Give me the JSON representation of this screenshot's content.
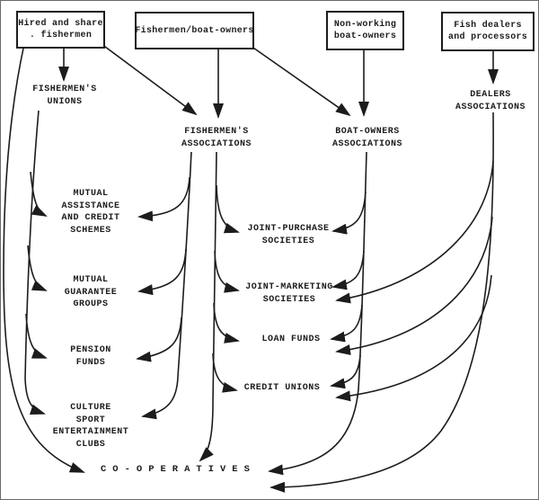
{
  "colors": {
    "ink": "#1c1c1c",
    "paper": "#ffffff"
  },
  "boxes": {
    "hired": {
      "lines": [
        "Hired and share",
        ". fishermen"
      ]
    },
    "owners": {
      "lines": [
        "Fishermen/boat-owners"
      ]
    },
    "nonworking": {
      "lines": [
        "Non-working",
        "boat-owners"
      ]
    },
    "dealers": {
      "lines": [
        "Fish dealers",
        "and processors"
      ]
    }
  },
  "nodes": {
    "unions": {
      "lines": [
        "FISHERMEN'S",
        "UNIONS"
      ]
    },
    "f_assoc": {
      "lines": [
        "FISHERMEN'S",
        "ASSOCIATIONS"
      ]
    },
    "bo_assoc": {
      "lines": [
        "BOAT-OWNERS",
        "ASSOCIATIONS"
      ]
    },
    "d_assoc": {
      "lines": [
        "DEALERS",
        "ASSOCIATIONS"
      ]
    },
    "mutual_assistance": {
      "lines": [
        "MUTUAL",
        "ASSISTANCE",
        "AND CREDIT",
        "SCHEMES"
      ]
    },
    "mutual_guarantee": {
      "lines": [
        "MUTUAL",
        "GUARANTEE",
        "GROUPS"
      ]
    },
    "pension": {
      "lines": [
        "PENSION",
        "FUNDS"
      ]
    },
    "culture": {
      "lines": [
        "CULTURE",
        "SPORT",
        "ENTERTAINMENT",
        "CLUBS"
      ]
    },
    "joint_purchase": {
      "lines": [
        "JOINT-PURCHASE",
        "SOCIETIES"
      ]
    },
    "joint_marketing": {
      "lines": [
        "JOINT-MARKETING",
        "SOCIETIES"
      ]
    },
    "loan": {
      "lines": [
        "LOAN FUNDS"
      ]
    },
    "credit": {
      "lines": [
        "CREDIT UNIONS"
      ]
    },
    "coop": {
      "lines": [
        "CO-OPERATIVES"
      ]
    }
  },
  "connections": [
    {
      "from": "Hired and share fishermen",
      "to": "FISHERMEN'S UNIONS"
    },
    {
      "from": "Hired and share fishermen",
      "to": "FISHERMEN'S ASSOCIATIONS"
    },
    {
      "from": "Hired and share fishermen",
      "to": "CO-OPERATIVES"
    },
    {
      "from": "Fishermen/boat-owners",
      "to": "FISHERMEN'S ASSOCIATIONS"
    },
    {
      "from": "Fishermen/boat-owners",
      "to": "BOAT-OWNERS ASSOCIATIONS"
    },
    {
      "from": "Non-working boat-owners",
      "to": "BOAT-OWNERS ASSOCIATIONS"
    },
    {
      "from": "Fish dealers and processors",
      "to": "DEALERS ASSOCIATIONS"
    },
    {
      "from": "FISHERMEN'S UNIONS",
      "to": "MUTUAL ASSISTANCE AND CREDIT SCHEMES"
    },
    {
      "from": "FISHERMEN'S UNIONS",
      "to": "MUTUAL GUARANTEE GROUPS"
    },
    {
      "from": "FISHERMEN'S UNIONS",
      "to": "PENSION FUNDS"
    },
    {
      "from": "FISHERMEN'S UNIONS",
      "to": "CULTURE SPORT ENTERTAINMENT CLUBS"
    },
    {
      "from": "FISHERMEN'S ASSOCIATIONS",
      "to": "MUTUAL ASSISTANCE AND CREDIT SCHEMES"
    },
    {
      "from": "FISHERMEN'S ASSOCIATIONS",
      "to": "MUTUAL GUARANTEE GROUPS"
    },
    {
      "from": "FISHERMEN'S ASSOCIATIONS",
      "to": "PENSION FUNDS"
    },
    {
      "from": "FISHERMEN'S ASSOCIATIONS",
      "to": "CULTURE SPORT ENTERTAINMENT CLUBS"
    },
    {
      "from": "FISHERMEN'S ASSOCIATIONS",
      "to": "JOINT-PURCHASE SOCIETIES"
    },
    {
      "from": "FISHERMEN'S ASSOCIATIONS",
      "to": "JOINT-MARKETING SOCIETIES"
    },
    {
      "from": "FISHERMEN'S ASSOCIATIONS",
      "to": "LOAN FUNDS"
    },
    {
      "from": "FISHERMEN'S ASSOCIATIONS",
      "to": "CREDIT UNIONS"
    },
    {
      "from": "FISHERMEN'S ASSOCIATIONS",
      "to": "CO-OPERATIVES"
    },
    {
      "from": "BOAT-OWNERS ASSOCIATIONS",
      "to": "JOINT-PURCHASE SOCIETIES"
    },
    {
      "from": "BOAT-OWNERS ASSOCIATIONS",
      "to": "JOINT-MARKETING SOCIETIES"
    },
    {
      "from": "BOAT-OWNERS ASSOCIATIONS",
      "to": "LOAN FUNDS"
    },
    {
      "from": "BOAT-OWNERS ASSOCIATIONS",
      "to": "CREDIT UNIONS"
    },
    {
      "from": "BOAT-OWNERS ASSOCIATIONS",
      "to": "CO-OPERATIVES"
    },
    {
      "from": "DEALERS ASSOCIATIONS",
      "to": "JOINT-MARKETING SOCIETIES"
    },
    {
      "from": "DEALERS ASSOCIATIONS",
      "to": "LOAN FUNDS"
    },
    {
      "from": "DEALERS ASSOCIATIONS",
      "to": "CREDIT UNIONS"
    },
    {
      "from": "DEALERS ASSOCIATIONS",
      "to": "CO-OPERATIVES"
    }
  ]
}
